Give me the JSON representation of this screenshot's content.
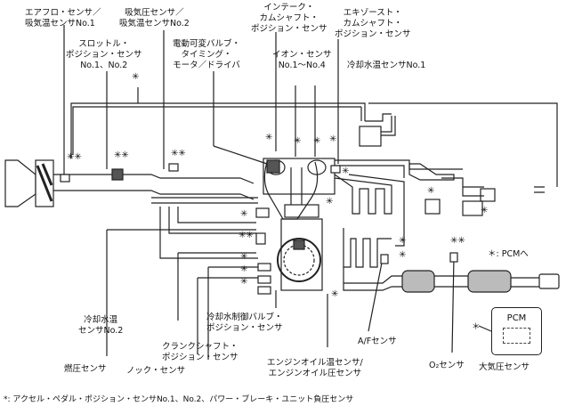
{
  "labels": {
    "maf_iat1": "エアフロ・センサ／\n吸気温センサNo.1",
    "map_iat2": "吸気圧センサ／\n吸気温センサNo.2",
    "intake_cam": "インテーク・\nカムシャフト・\nポジション・センサ",
    "exhaust_cam": "エキゾースト・\nカムシャフト・\nポジション・センサ",
    "throttle": "スロットル・\nポジション・センサ\nNo.1、No.2",
    "vvt_motor": "電動可変バルブ・\nタイミング・\nモータ／ドライバ",
    "ion": "イオン・センサ\nNo.1～No.4",
    "ect1": "冷却水温センサNo.1",
    "pcm_arrow": "＊: PCMへ",
    "ect2": "冷却水温\nセンサNo.2",
    "coolant_valve": "冷却水制御バルブ・\nポジション・センサ",
    "crank": "クランクシャフト・\nポジション・センサ",
    "fuel_pressure": "燃圧センサ",
    "knock": "ノック・センサ",
    "oil_temp_press": "エンジンオイル温センサ/\nエンジンオイル圧センサ",
    "af": "A/Fセンサ",
    "o2": "O₂センサ",
    "baro": "大気圧センサ",
    "pcm": "PCM",
    "pcm_star": "＊",
    "footnote": "*: アクセル・ペダル・ポジション・センサNo.1、No.2、パワー・ブレーキ・ユニット負圧センサ"
  },
  "colors": {
    "line": "#222222",
    "fill_gray": "#bbbbbb",
    "fill_dark": "#555555"
  }
}
